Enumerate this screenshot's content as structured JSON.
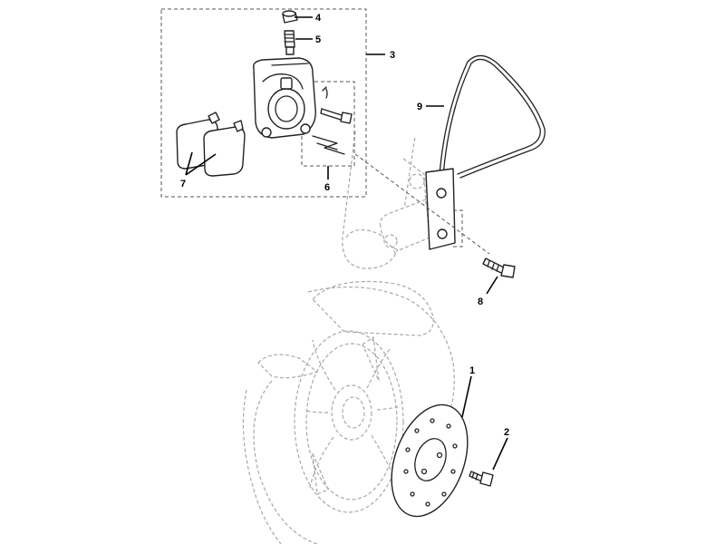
{
  "callouts": {
    "c1": "1",
    "c2": "2",
    "c3": "3",
    "c4": "4",
    "c5": "5",
    "c6": "6",
    "c7": "7",
    "c8": "8",
    "c9": "9"
  },
  "colors": {
    "line": "#222222",
    "ghost": "#a8a8a8",
    "background": "#ffffff"
  }
}
